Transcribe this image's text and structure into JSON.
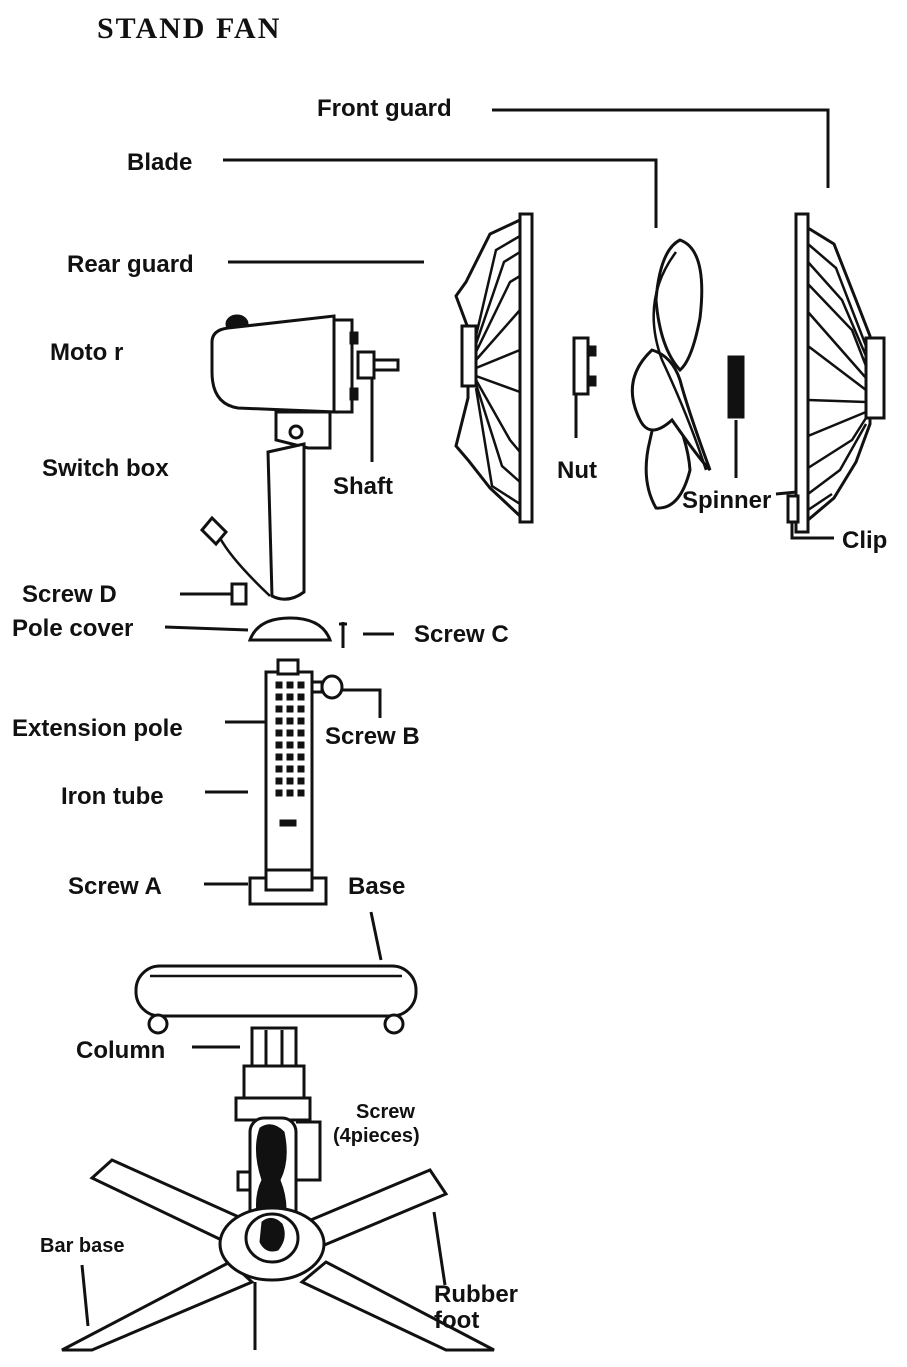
{
  "title": "STAND FAN",
  "labels": {
    "front_guard": "Front guard",
    "blade": "Blade",
    "rear_guard": "Rear guard",
    "motor": "Moto r",
    "switch_box": "Switch box",
    "shaft": "Shaft",
    "nut": "Nut",
    "spinner": "Spinner",
    "clip": "Clip",
    "screw_d": "Screw D",
    "pole_cover": "Pole cover",
    "screw_c": "Screw C",
    "extension_pole": "Extension pole",
    "screw_b": "Screw B",
    "iron_tube": "Iron tube",
    "screw_a": "Screw A",
    "base": "Base",
    "column": "Column",
    "screw_line1": "Screw",
    "screw_line2": "(4pieces)",
    "bar_base": "Bar base",
    "rubber_foot_line1": "Rubber",
    "rubber_foot_line2": "foot"
  }
}
